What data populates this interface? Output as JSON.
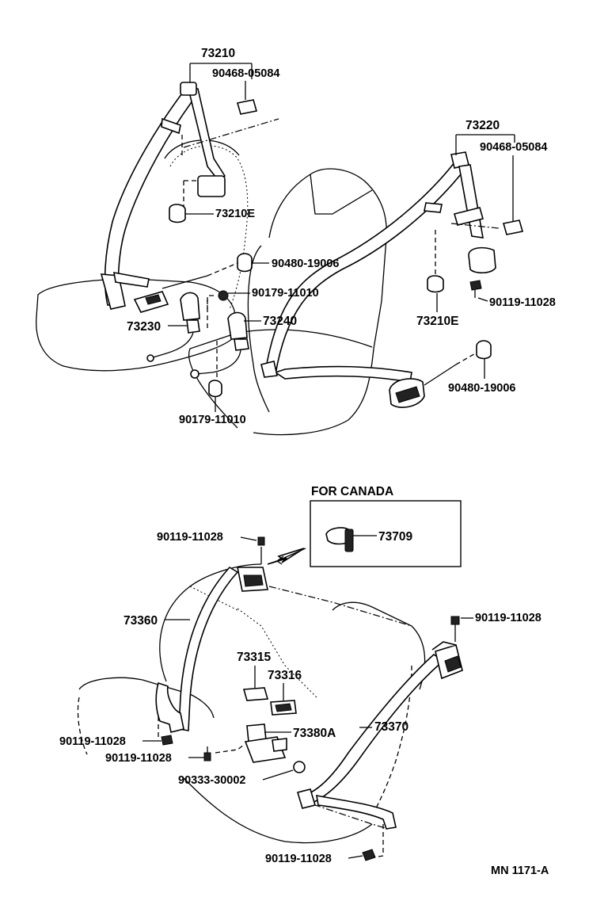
{
  "diagram": {
    "code": "MN 1171-A",
    "canada_box": {
      "title": "FOR  CANADA",
      "part": "73709"
    },
    "front": {
      "p73210": "73210",
      "p90468_left": "90468-05084",
      "p73210E_left": "73210E",
      "p90480_left": "90480-19006",
      "p90179_top": "90179-11010",
      "p73230": "73230",
      "p73240": "73240",
      "p90179_bottom": "90179-11010",
      "p73220": "73220",
      "p90468_right": "90468-05084",
      "p73210E_right": "73210E",
      "p90119_right": "90119-11028",
      "p90480_right": "90480-19006"
    },
    "rear": {
      "p90119_top": "90119-11028",
      "p73360": "73360",
      "p90119_right": "90119-11028",
      "p73315": "73315",
      "p73316": "73316",
      "p73370": "73370",
      "p73380A": "73380A",
      "p90119_left1": "90119-11028",
      "p90119_left2": "90119-11028",
      "p90333": "90333-30002",
      "p90119_bottom": "90119-11028"
    }
  }
}
